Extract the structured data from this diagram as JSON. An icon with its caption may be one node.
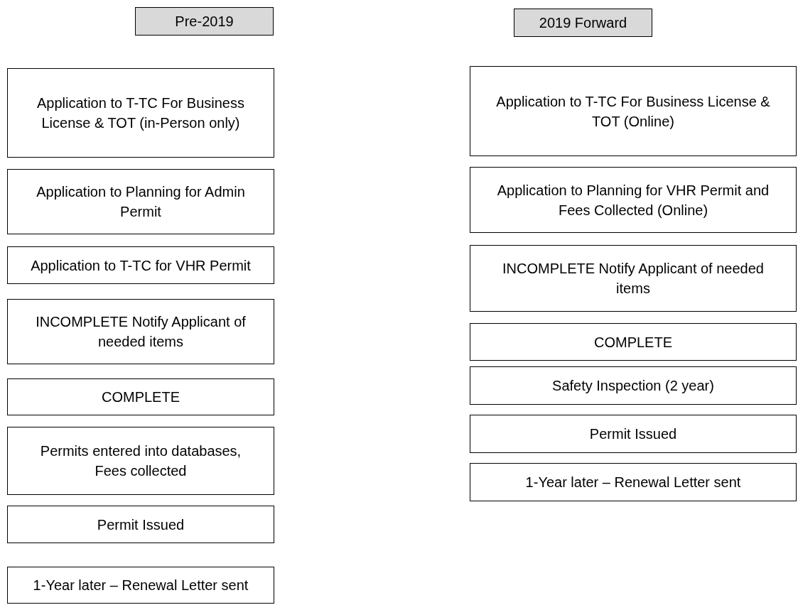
{
  "diagram": {
    "nodes": [
      {
        "text": [
          "Pre-2019"
        ]
      },
      {
        "text": [
          "Application to T-TC For Business License & TOT (in-Person only)"
        ]
      },
      {
        "text": [
          "Application to Planning for Admin Permit"
        ]
      },
      {
        "text": [
          "Application to T-TC for VHR Permit"
        ]
      },
      {
        "text": [
          "INCOMPLETE Notify Applicant of needed items"
        ]
      },
      {
        "text": [
          "COMPLETE"
        ]
      },
      {
        "text": [
          "Permits entered into databases, Fees collected"
        ]
      },
      {
        "text": [
          "Permit Issued"
        ]
      },
      {
        "text": [
          "1-Year later – Renewal Letter sent"
        ]
      },
      {
        "text": [
          "2019 Forward"
        ]
      },
      {
        "text": [
          "Application to T-TC For Business License & TOT (Online)"
        ]
      },
      {
        "text": [
          "Application to Planning for VHR Permit and Fees Collected (Online)"
        ]
      },
      {
        "text": [
          "INCOMPLETE Notify Applicant of needed items"
        ]
      },
      {
        "text": [
          "COMPLETE"
        ]
      },
      {
        "text": [
          "Safety Inspection (2 year)"
        ]
      },
      {
        "text": [
          "Permit Issued"
        ]
      },
      {
        "text": [
          "1-Year later – Renewal Letter sent"
        ]
      }
    ]
  }
}
